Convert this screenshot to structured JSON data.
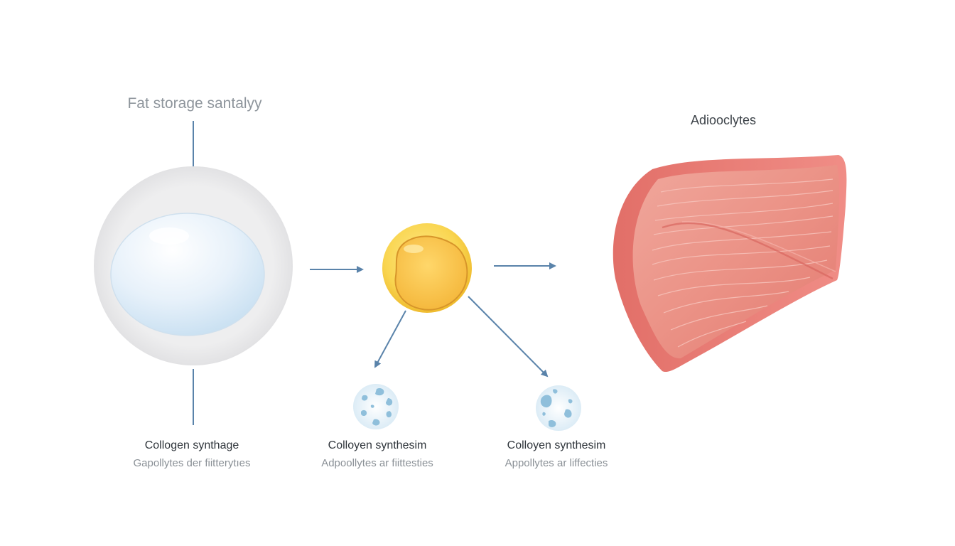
{
  "diagram": {
    "top_label": "Fat storage santalyy",
    "right_label": "Adiooclytes",
    "captions": [
      {
        "title": "Collogen synthage",
        "subtitle": "Gapollytes der fiitterytıes"
      },
      {
        "title": "Colloyen synthesim",
        "subtitle": "Adpoollytes ar fiittesties"
      },
      {
        "title": "Colloyen synthesim",
        "subtitle": "Appollytes ar liffecties"
      }
    ]
  },
  "colors": {
    "arrow": "#5a83aa",
    "fat_droplet_outer": "#e9e9ea",
    "fat_droplet_inner": "#d6e8f7",
    "yellow_cell": "#f7cf3f",
    "yellow_cell_core": "#f2b23a",
    "small_cell_fill": "#e4f1f9",
    "small_cell_blob": "#8fbfdb",
    "tissue": "#e8807a"
  },
  "icons": [
    "fat-droplet-icon",
    "adipocyte-cell-icon",
    "small-cell-icon",
    "muscle-tissue-icon"
  ]
}
